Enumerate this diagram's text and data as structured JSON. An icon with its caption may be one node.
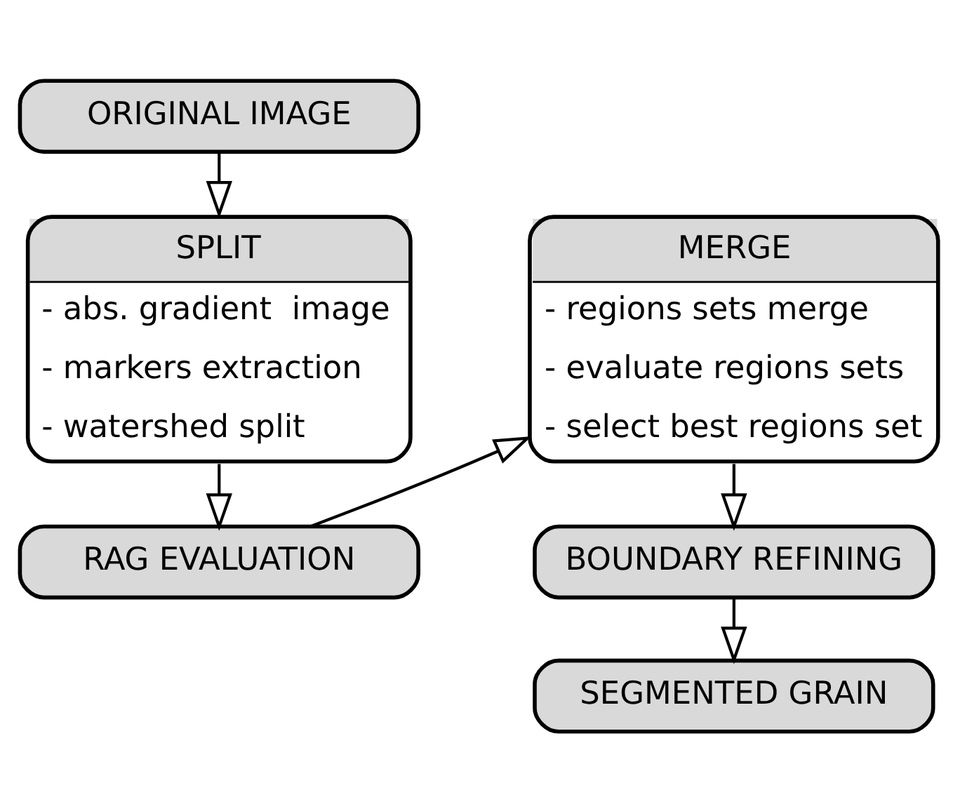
{
  "diagram": {
    "nodes": [
      {
        "text": [
          "ORIGINAL IMAGE"
        ]
      },
      {
        "text": [
          "SPLIT",
          "- abs. gradient  image",
          "- markers extraction",
          "- watershed split"
        ]
      },
      {
        "text": [
          "RAG EVALUATION"
        ]
      },
      {
        "text": [
          "MERGE",
          "- regions sets merge",
          "- evaluate regions sets",
          "- select best regions set"
        ]
      },
      {
        "text": [
          "BOUNDARY REFINING"
        ]
      },
      {
        "text": [
          "SEGMENTED GRAIN"
        ]
      }
    ],
    "edges": [
      {
        "from": 0,
        "to": 1,
        "arrow": "to"
      },
      {
        "from": 1,
        "to": 2,
        "arrow": "to"
      },
      {
        "from": 2,
        "to": 3,
        "arrow": "to"
      },
      {
        "from": 3,
        "to": 4,
        "arrow": "to"
      },
      {
        "from": 4,
        "to": 5,
        "arrow": "to"
      }
    ]
  }
}
